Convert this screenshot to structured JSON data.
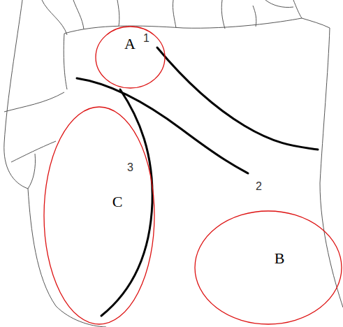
{
  "diagram": {
    "nodes": [
      {
        "text": [
          "A"
        ]
      },
      {
        "text": [
          "C"
        ]
      },
      {
        "text": [
          "B"
        ]
      }
    ],
    "labels": [
      "1",
      "2",
      "3"
    ]
  }
}
